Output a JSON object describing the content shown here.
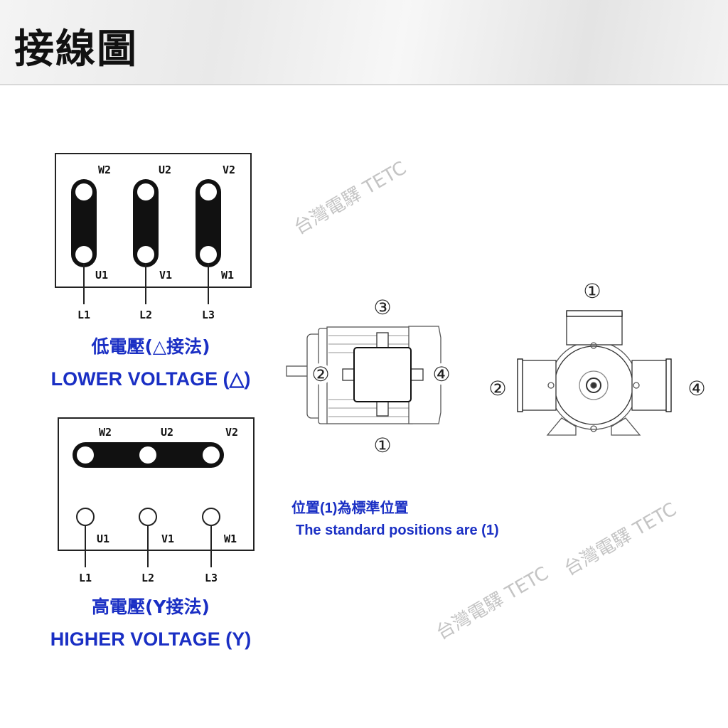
{
  "header": {
    "title": "接線圖"
  },
  "delta": {
    "top_labels": [
      "W2",
      "U2",
      "V2"
    ],
    "bottom_labels": [
      "U1",
      "V1",
      "W1"
    ],
    "lines": [
      "L1",
      "L2",
      "L3"
    ],
    "title_cn": "低電壓(△接法)",
    "title_en": "LOWER VOLTAGE (△)"
  },
  "star": {
    "top_labels": [
      "W2",
      "U2",
      "V2"
    ],
    "bottom_labels": [
      "U1",
      "V1",
      "W1"
    ],
    "lines": [
      "L1",
      "L2",
      "L3"
    ],
    "title_cn": "高電壓(Y接法)",
    "title_en": "HIGHER VOLTAGE (Y)"
  },
  "side_view": {
    "pos_top": "③",
    "pos_left": "②",
    "pos_right": "④",
    "pos_bottom": "①"
  },
  "front_view": {
    "pos_top": "①",
    "pos_left": "②",
    "pos_right": "④"
  },
  "note": {
    "cn": "位置(1)為標準位置",
    "en": "The standard positions are (1)"
  },
  "watermark": "台灣電驛 TETC",
  "colors": {
    "blue": "#1a2fc4"
  }
}
